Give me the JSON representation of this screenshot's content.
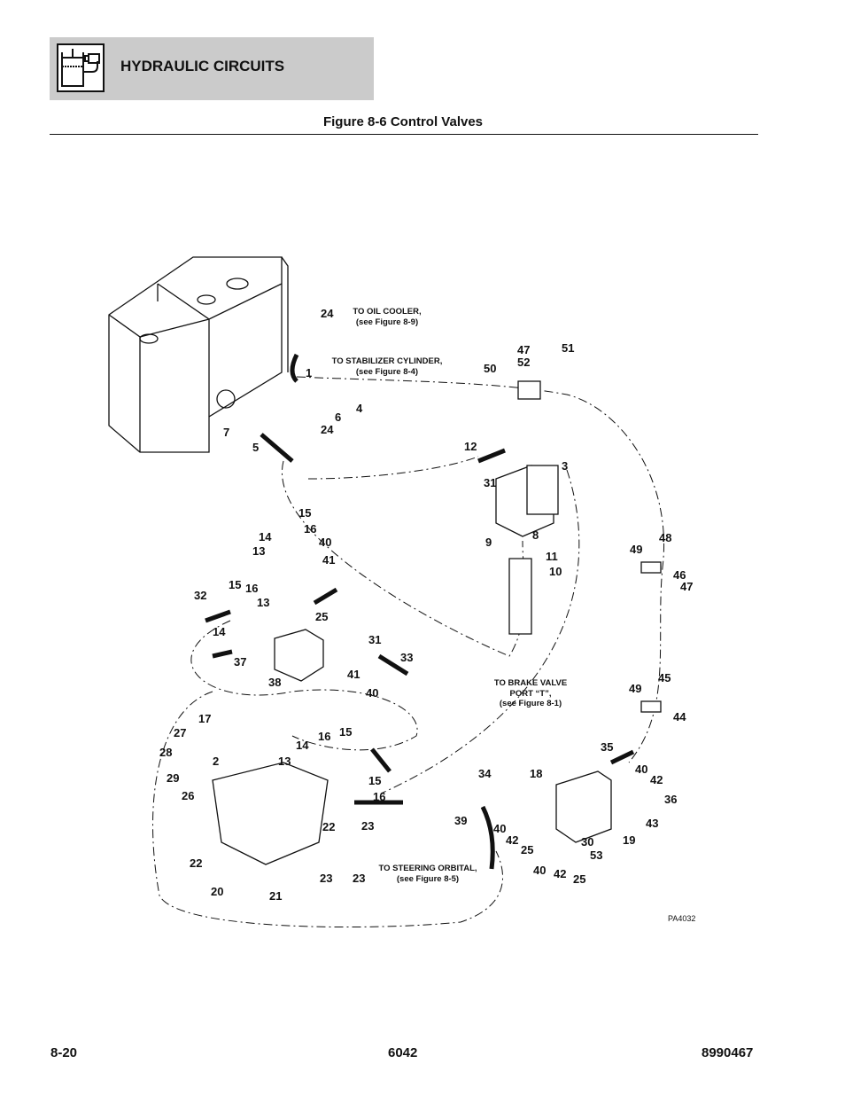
{
  "header": {
    "section_title": "HYDRAULIC CIRCUITS",
    "figure_title": "Figure 8-6 Control Valves",
    "section_icon": "hydraulic-reservoir-pump-icon"
  },
  "diagram": {
    "notes": [
      [
        "TO OIL COOLER,",
        "(see Figure 8-9)"
      ],
      [
        "TO STABILIZER CYLINDER,",
        "(see Figure 8-4)"
      ],
      [
        "TO BRAKE VALVE",
        "PORT “T”,",
        "(see Figure 8-1)"
      ],
      [
        "TO STEERING ORBITAL,",
        "(see Figure 8-5)"
      ]
    ],
    "drawing_id": "PA4032",
    "callouts": [
      "24",
      "1",
      "4",
      "6",
      "24",
      "7",
      "5",
      "47",
      "52",
      "51",
      "50",
      "12",
      "3",
      "31",
      "8",
      "9",
      "11",
      "10",
      "48",
      "49",
      "46",
      "47",
      "15",
      "16",
      "14",
      "40",
      "13",
      "41",
      "32",
      "15",
      "16",
      "13",
      "25",
      "14",
      "31",
      "37",
      "33",
      "38",
      "41",
      "40",
      "45",
      "49",
      "44",
      "17",
      "27",
      "16",
      "15",
      "14",
      "28",
      "2",
      "13",
      "35",
      "40",
      "34",
      "18",
      "42",
      "29",
      "15",
      "26",
      "16",
      "36",
      "39",
      "43",
      "23",
      "22",
      "40",
      "42",
      "30",
      "19",
      "25",
      "53",
      "22",
      "40",
      "42",
      "25",
      "23",
      "23",
      "20",
      "21"
    ]
  },
  "footer": {
    "page": "8-20",
    "model": "6042",
    "part_number": "8990467"
  }
}
